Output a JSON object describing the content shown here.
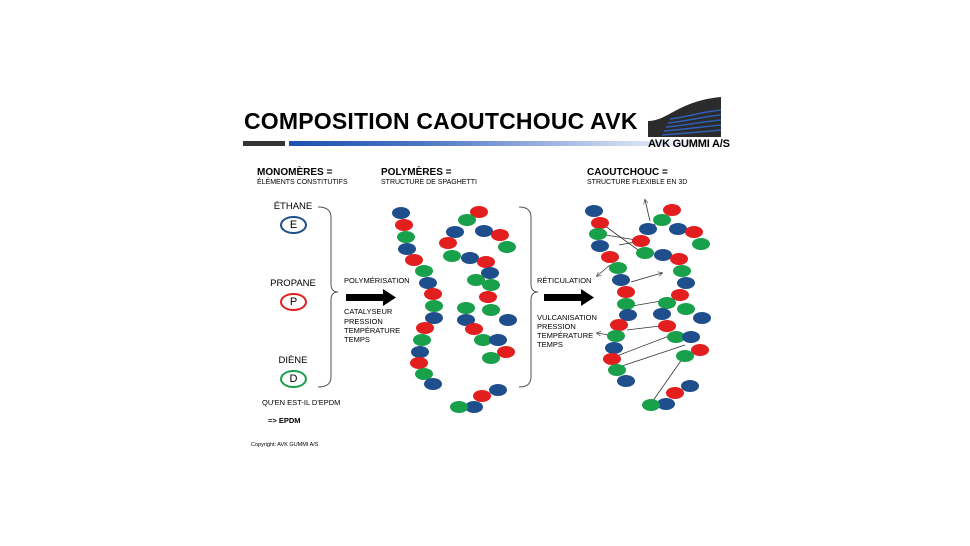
{
  "title": "COMPOSITION CAOUTCHOUC AVK",
  "logo_text": "AVK GUMMI A/S",
  "monomers": {
    "heading": "MONOMÈRES =",
    "subheading": "ÉLÉMENTS CONSTITUTIFS",
    "items": [
      {
        "name": "ÉTHANE",
        "symbol": "E",
        "color": "#1f4e8c"
      },
      {
        "name": "PROPANE",
        "symbol": "P",
        "color": "#e0201e"
      },
      {
        "name": "DIÈNE",
        "symbol": "D",
        "color": "#1aa049"
      }
    ],
    "note": "QU'EN EST-IL D'EPDM",
    "result": "=> EPDM"
  },
  "polymers": {
    "heading": "POLYMÈRES =",
    "subheading": "STRUCTURE DE SPAGHETTI"
  },
  "rubber": {
    "heading": "CAOUTCHOUC =",
    "subheading": "STRUCTURE FLEXIBLE EN 3D"
  },
  "step1": {
    "label": "POLYMÉRISATION",
    "conditions": [
      "CATALYSEUR",
      "PRESSION",
      "TEMPÉRATURE",
      "TEMPS"
    ]
  },
  "step2": {
    "label": "RÉTICULATION",
    "conditions": [
      "VULCANISATION",
      "PRESSION",
      "TEMPÉRATURE",
      "TEMPS"
    ]
  },
  "copyright": "Copyright: AVK GUMMI  A/S",
  "colors": {
    "blue": "#1f4e8c",
    "red": "#e31e1e",
    "green": "#19a04a",
    "accent_bar": "#1d50b0"
  }
}
